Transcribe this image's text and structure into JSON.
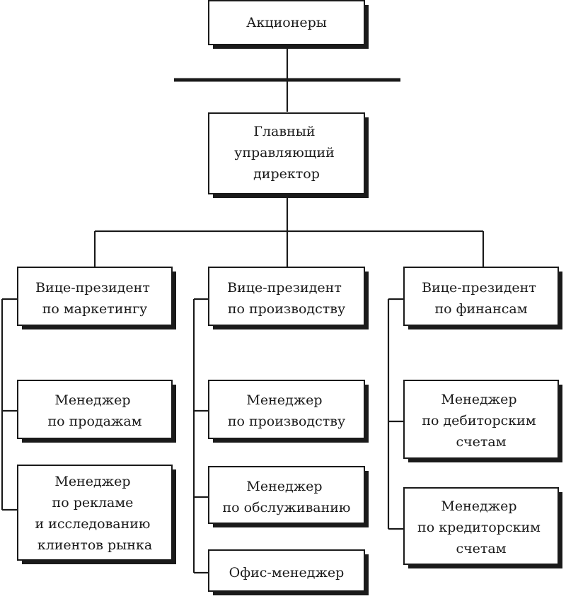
{
  "nodes": {
    "shareholders": [
      "Акционеры"
    ],
    "ceo": [
      "Главный",
      "управляющий",
      "директор"
    ],
    "vp_marketing": [
      "Вице-президент",
      "по маркетингу"
    ],
    "vp_production": [
      "Вице-президент",
      "по производству"
    ],
    "vp_finance": [
      "Вице-президент",
      "по финансам"
    ],
    "mgr_sales": [
      "Менеджер",
      "по продажам"
    ],
    "mgr_advertising": [
      "Менеджер",
      "по рекламе",
      "и исследованию",
      "клиентов рынка"
    ],
    "mgr_production": [
      "Менеджер",
      "по производству"
    ],
    "mgr_service": [
      "Менеджер",
      "по обслуживанию"
    ],
    "office_manager": [
      "Офис-менеджер"
    ],
    "mgr_receivables": [
      "Менеджер",
      "по дебиторским",
      "счетам"
    ],
    "mgr_payables": [
      "Менеджер",
      "по кредиторским",
      "счетам"
    ]
  },
  "colors": {
    "stroke": "#1a1a1a",
    "fill": "#ffffff"
  }
}
